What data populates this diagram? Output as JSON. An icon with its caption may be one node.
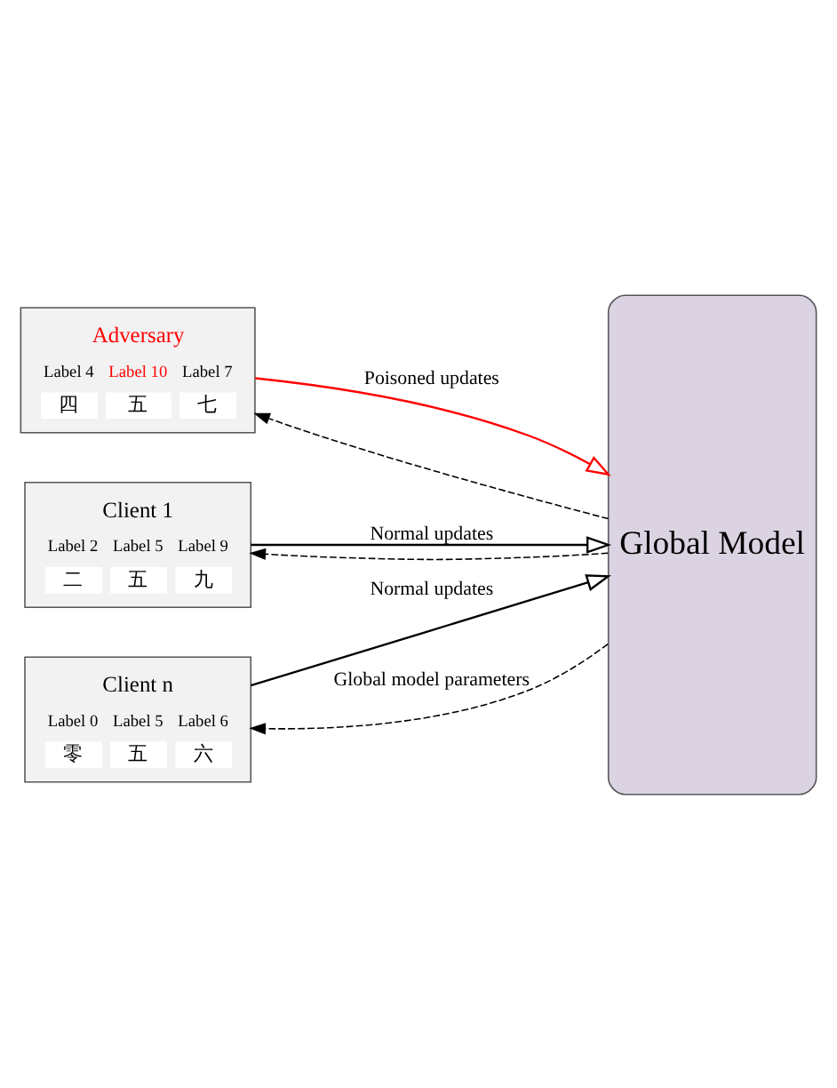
{
  "diagram": {
    "nodes": [
      {
        "text": [
          "Adversary",
          "Label 4",
          "Label 10",
          "Label 7",
          "四",
          "五",
          "七"
        ]
      },
      {
        "text": [
          "Client 1",
          "Label 2",
          "Label 5",
          "Label 9",
          "二",
          "五",
          "九"
        ]
      },
      {
        "text": [
          "Client n",
          "Label 0",
          "Label 5",
          "Label 6",
          "零",
          "五",
          "六"
        ]
      },
      {
        "text": [
          "Global Model"
        ]
      }
    ],
    "edges": [
      {
        "from": 0,
        "to": 3,
        "arrow": "to",
        "label": "Poisoned updates",
        "color": "#ff0000"
      },
      {
        "from": 1,
        "to": 3,
        "arrow": "to",
        "label": "Normal updates"
      },
      {
        "from": 2,
        "to": 3,
        "arrow": "to",
        "label": "Normal updates"
      },
      {
        "from": 3,
        "to": 0,
        "arrow": "to",
        "style": "dashed"
      },
      {
        "from": 3,
        "to": 1,
        "arrow": "to",
        "style": "dashed"
      },
      {
        "from": 3,
        "to": 2,
        "arrow": "to",
        "style": "dashed",
        "label": "Global model parameters"
      }
    ]
  }
}
